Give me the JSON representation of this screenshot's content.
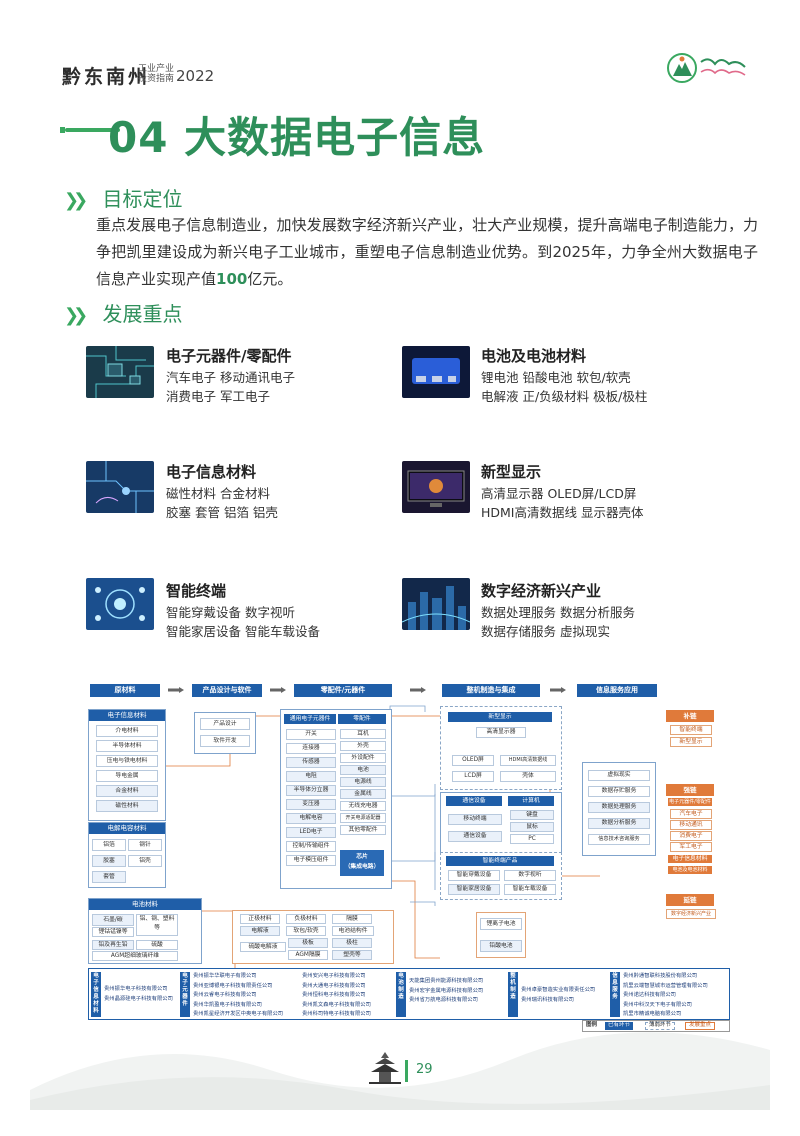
{
  "header": {
    "brand": "黔东南州",
    "sub_line1": "工业产业",
    "sub_line2": "投资指南",
    "year": "2022"
  },
  "page_title": "04 大数据电子信息",
  "section1": {
    "heading": "目标定位",
    "para_part1": "重点发展电子信息制造业，加快发展数字经济新兴产业，壮大产业规模，提升高端电子制造能力，力争把凯里建设成为新兴电子工业城市，重塑电子信息制造业优势。到2025年，力争全州大数据电子信息产业实现产值",
    "para_highlight": "100",
    "para_part2": "亿元。"
  },
  "section2": {
    "heading": "发展重点",
    "cards": [
      {
        "title": "电子元器件/零配件",
        "line1": "汽车电子  移动通讯电子",
        "line2": "消费电子  军工电子"
      },
      {
        "title": "电池及电池材料",
        "line1": "锂电池  铅酸电池  软包/软壳",
        "line2": "电解液  正/负级材料  极板/极柱"
      },
      {
        "title": "电子信息材料",
        "line1": "磁性材料  合金材料",
        "line2": "胶塞  套管  铝箔  铝壳"
      },
      {
        "title": "新型显示",
        "line1": "高清显示器 OLED屏/LCD屏",
        "line2": "HDMI高清数据线  显示器壳体"
      },
      {
        "title": "智能终端",
        "line1": "智能穿戴设备  数字视听",
        "line2": "智能家居设备  智能车载设备"
      },
      {
        "title": "数字经济新兴产业",
        "line1": "数据处理服务  数据分析服务",
        "line2": "数据存储服务  虚拟现实"
      }
    ]
  },
  "diagram": {
    "stages": [
      "原材料",
      "产品设计与软件",
      "零配件/元器件",
      "整机制造与集成",
      "信息服务应用"
    ],
    "elec_materials": {
      "title": "电子信息材料",
      "items": [
        "介电材料",
        "半导体材料",
        "压电与铁电材料",
        "导电金属",
        "合金材料",
        "磁性材料"
      ]
    },
    "electrolytic": {
      "title": "电解电容材料",
      "items": [
        "铝箔",
        "钢针",
        "胶塞",
        "铝壳",
        "套管"
      ]
    },
    "battery_mat": {
      "title": "电池材料",
      "items": [
        "石墨/碳",
        "铝、钢、塑料等",
        "锂钴锰镍等",
        "铅及再生铅",
        "硫酸",
        "AGM超细玻璃纤维"
      ]
    },
    "design": {
      "items": [
        "产品设计",
        "软件开发"
      ]
    },
    "general_comp": {
      "title": "通用电子元器件",
      "items": [
        "开关",
        "连接器",
        "传感器",
        "电阻",
        "半导体分立器",
        "变压器",
        "电解电容",
        "LED电子",
        "控制/传输组件",
        "电子模压组件"
      ]
    },
    "parts": {
      "title": "零配件",
      "items": [
        "耳机",
        "外壳",
        "外设配件",
        "电池",
        "电源线",
        "金属线",
        "无线充电器",
        "开关电源适配器",
        "其他零配件"
      ]
    },
    "chip": {
      "line1": "芯片",
      "line2": "（集成电路）"
    },
    "display": {
      "title": "新型显示",
      "items": [
        "高清显示器",
        "OLED屏",
        "HDMI高清数据线",
        "LCD屏",
        "壳体"
      ]
    },
    "comm": {
      "title": "通信设备",
      "items": [
        "移动终端",
        "通信设备"
      ]
    },
    "computer": {
      "title": "计算机",
      "items": [
        "键盘",
        "鼠标",
        "PC"
      ]
    },
    "smart": {
      "title": "智能终端产品",
      "items": [
        "智能穿戴设备",
        "数字视听",
        "智能家居设备",
        "智能车载设备"
      ]
    },
    "info_service": {
      "items": [
        "虚拟现实",
        "数据存贮服务",
        "数据处理服务",
        "数据分析服务",
        "信息技术咨询服务"
      ]
    },
    "battery_parts": {
      "items": [
        "正极材料",
        "负极材料",
        "隔膜",
        "电解液",
        "软包/软壳",
        "电池结构件",
        "硫酸电解液",
        "极板",
        "极柱",
        "AGM隔膜",
        "塑壳等"
      ]
    },
    "battery_out": {
      "items": [
        "锂离子电池",
        "铅酸电池"
      ]
    },
    "chain": {
      "bu": {
        "title": "补链",
        "items": [
          "智能终端",
          "新型显示"
        ]
      },
      "qiang": {
        "title": "强链",
        "items": [
          "电子元器件/零配件",
          "汽车电子",
          "移动通讯",
          "消费电子",
          "军工电子",
          "电子信息材料",
          "电池及电池材料"
        ]
      },
      "yan": {
        "title": "延链",
        "items": [
          "数字经济新兴产业"
        ]
      }
    },
    "companies": [
      {
        "cat": "电子信息材料",
        "names": [
          "贵州振华电子科技有限公司",
          "贵州晶源硅电子科技有限公司"
        ]
      },
      {
        "cat": "电子元器件",
        "names": [
          "贵州振华华联电子有限公司",
          "贵州亚博银电子科技有限责任公司",
          "贵州云睿电子科技有限公司",
          "贵州华凯盈电子科技有限公司",
          "贵州凯星经济开发区中奥电子有限公司",
          "贵州安兴电子科技有限公司",
          "贵州大通电子科技有限公司",
          "贵州恒科电子科技有限公司",
          "贵州凯文森电子科技有限公司",
          "贵州科司特电子科技有限公司"
        ]
      },
      {
        "cat": "电池制造",
        "names": [
          "天能集团贵州能源科技有限公司",
          "贵州宏宇金属电源科技有限公司",
          "贵州省万航电源科技有限公司"
        ]
      },
      {
        "cat": "整机制造",
        "names": [
          "贵州卓豪智造实业有限责任公司",
          "贵州瑞讯科技有限公司"
        ]
      },
      {
        "cat": "信息服务",
        "names": [
          "贵州黔通智联科技股份有限公司",
          "凯里云端智慧城市运营管理有限公司",
          "贵州诺达科技有限公司",
          "贵州中科汉天下电子有限公司",
          "凯里市精诚电脑有限公司"
        ]
      }
    ],
    "legend": {
      "label": "图例",
      "items": [
        "已有环节",
        "薄弱环节",
        "发展重点"
      ]
    }
  },
  "page_number": "29"
}
